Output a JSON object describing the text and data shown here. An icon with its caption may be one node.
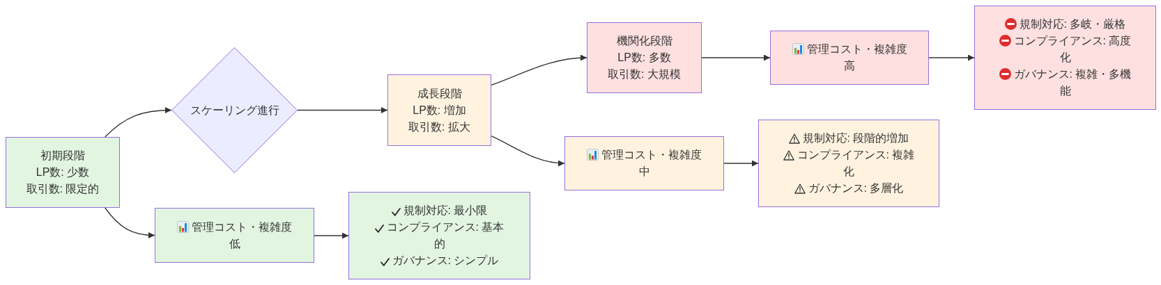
{
  "diagram": {
    "nodes": [
      {
        "text": [
          "初期段階",
          "LP数: 少数",
          "取引数: 限定的"
        ]
      },
      {
        "text": [
          "スケーリング進行"
        ]
      },
      {
        "text": [
          "成長段階",
          "LP数: 増加",
          "取引数: 拡大"
        ]
      },
      {
        "text": [
          "機関化段階",
          "LP数: 多数",
          "取引数: 大規模"
        ]
      },
      {
        "text": [
          "管理コスト・複雑度",
          "高"
        ]
      },
      {
        "text": [
          "規制対応: 多岐・厳格",
          "コンプライアンス: 高度化",
          "ガバナンス: 複雑・多機能"
        ]
      },
      {
        "text": [
          "管理コスト・複雑度",
          "中"
        ]
      },
      {
        "text": [
          "規制対応: 段階的増加",
          "コンプライアンス: 複雑化",
          "ガバナンス: 多層化"
        ]
      },
      {
        "text": [
          "管理コスト・複雑度",
          "低"
        ]
      },
      {
        "text": [
          "規制対応: 最小限",
          "コンプライアンス: 基本的",
          "ガバナンス: シンプル"
        ]
      }
    ],
    "edges": [
      {
        "from": 0,
        "to": 1,
        "arrow": "to"
      },
      {
        "from": 0,
        "to": 8,
        "arrow": "to"
      },
      {
        "from": 1,
        "to": 2,
        "arrow": "to"
      },
      {
        "from": 2,
        "to": 3,
        "arrow": "to"
      },
      {
        "from": 2,
        "to": 6,
        "arrow": "to"
      },
      {
        "from": 3,
        "to": 4,
        "arrow": "to"
      },
      {
        "from": 4,
        "to": 5,
        "arrow": "to"
      },
      {
        "from": 6,
        "to": 7,
        "arrow": "to"
      },
      {
        "from": 8,
        "to": 9,
        "arrow": "to"
      }
    ]
  }
}
